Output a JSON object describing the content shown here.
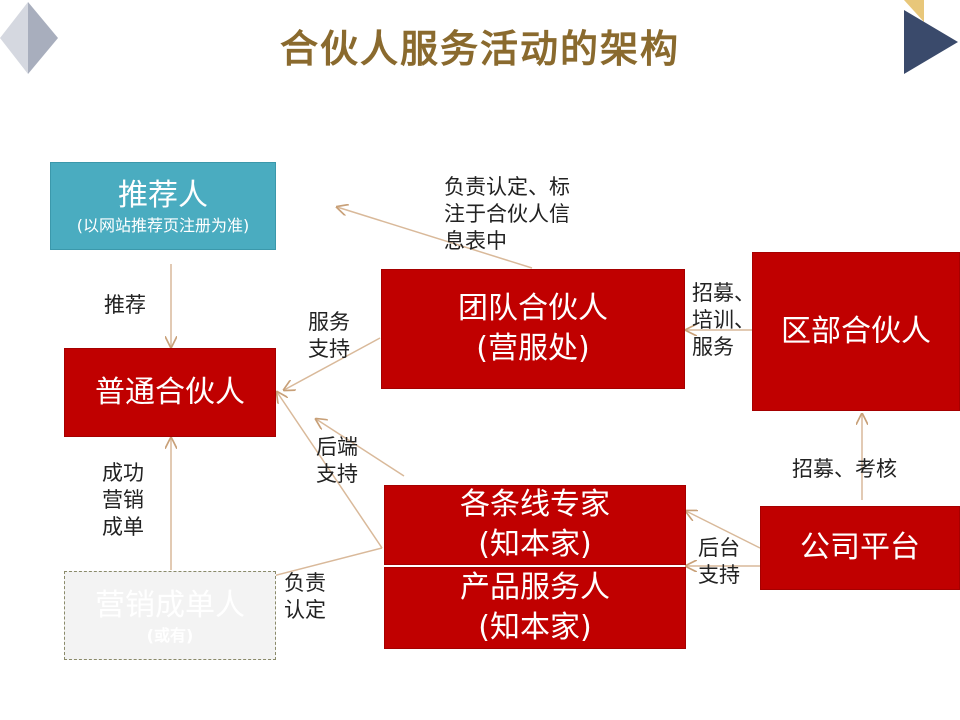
{
  "title": "合伙人服务活动的架构",
  "colors": {
    "title": "#8a6a2e",
    "box_red": "#c00000",
    "box_teal": "#4aacc0",
    "arrow": "#d9b99a"
  },
  "nodes": {
    "referrer": {
      "title": "推荐人",
      "note": "(以网站推荐页注册为准)"
    },
    "regular_partner": {
      "title": "普通合伙人"
    },
    "team_partner": {
      "line1": "团队合伙人",
      "line2": "(营服处)"
    },
    "regional_partner": {
      "title": "区部合伙人"
    },
    "line_expert": {
      "line1": "各条线专家",
      "line2": "(知本家)"
    },
    "product_service": {
      "line1": "产品服务人",
      "line2": "(知本家)"
    },
    "company_platform": {
      "title": "公司平台"
    },
    "sales_closer": {
      "title": "营销成单人",
      "note": "(或有)"
    }
  },
  "edge_labels": {
    "recommend": "推荐",
    "confirm_register_line1": "负责认定、标",
    "confirm_register_line2": "注于合伙人信",
    "confirm_register_line3": "息表中",
    "service_support_line1": "服务",
    "service_support_line2": "支持",
    "recruit_train_line1": "招募、",
    "recruit_train_line2": "培训、",
    "recruit_train_line3": "服务",
    "backend_support_left_line1": "后端",
    "backend_support_left_line2": "支持",
    "recruit_assess": "招募、考核",
    "success_sales_line1": "成功",
    "success_sales_line2": "营销",
    "success_sales_line3": "成单",
    "backend_support_right_line1": "后台",
    "backend_support_right_line2": "支持",
    "responsible_confirm_line1": "负责",
    "responsible_confirm_line2": "认定"
  }
}
